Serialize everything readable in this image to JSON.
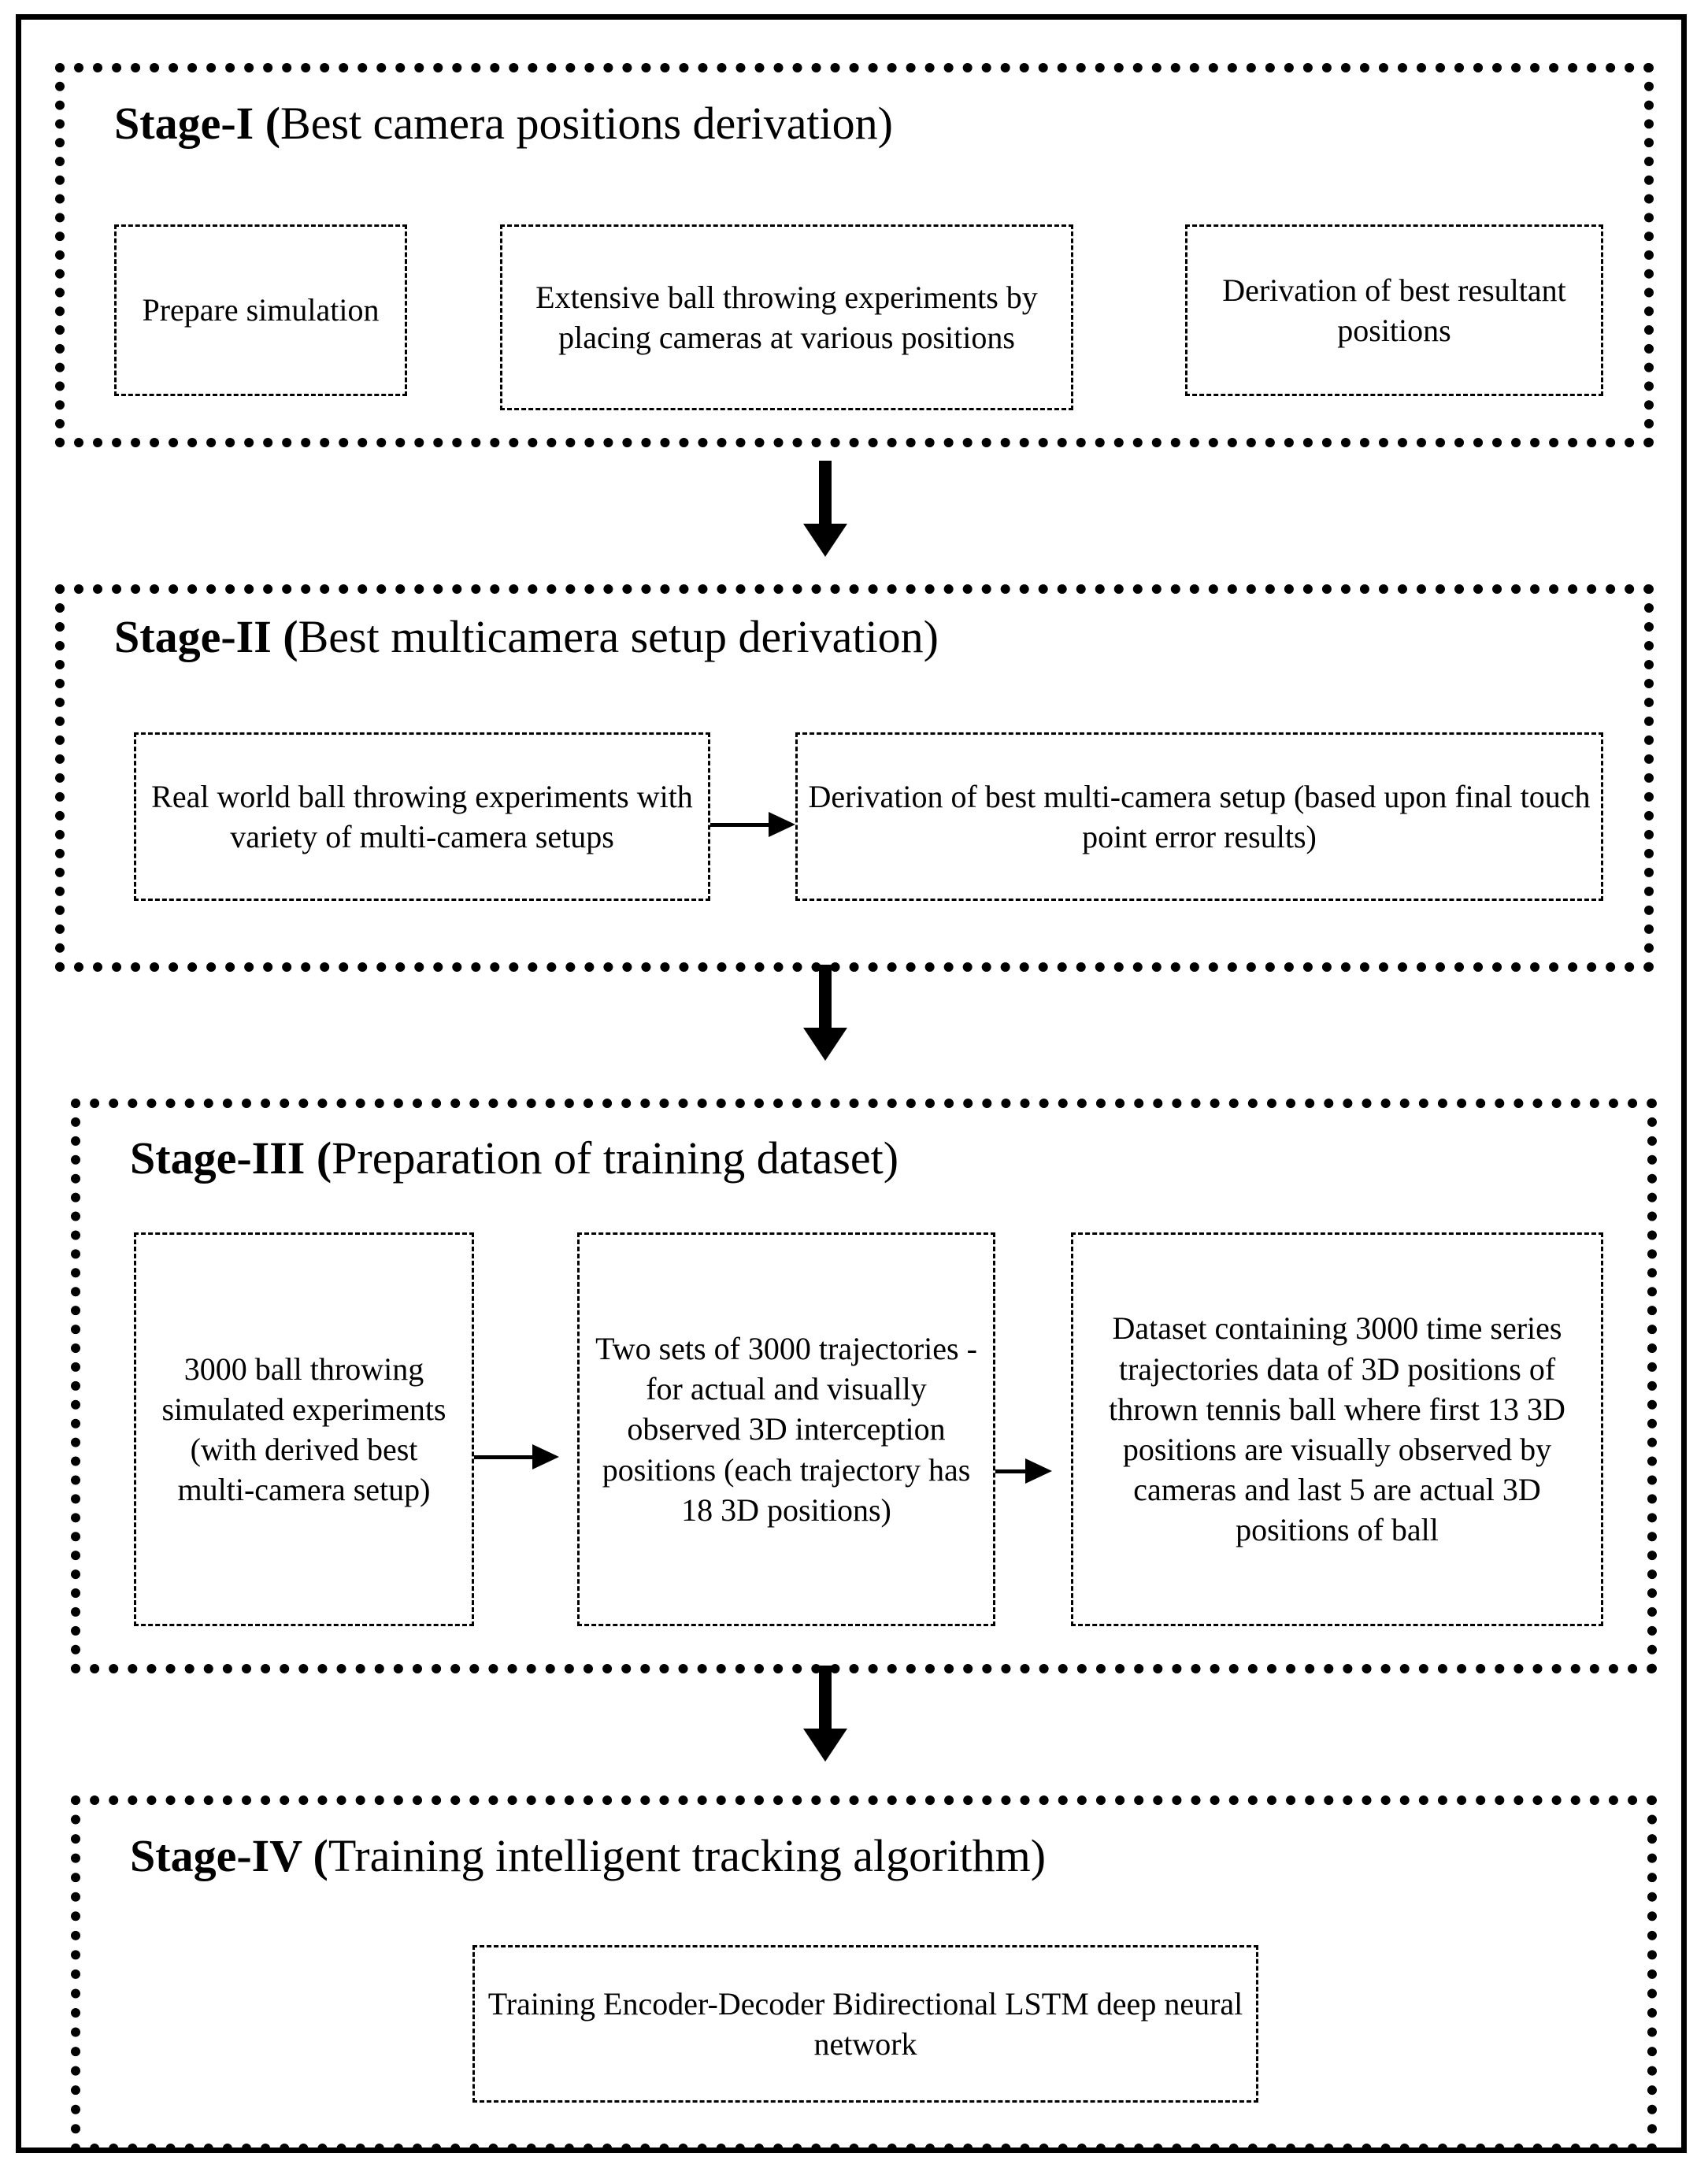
{
  "stages": [
    {
      "title_bold": "Stage-I (",
      "title_rest": "Best camera positions derivation)",
      "boxes": [
        "Prepare simulation",
        "Extensive ball throwing experiments by placing cameras at various positions",
        "Derivation of best resultant positions"
      ]
    },
    {
      "title_bold": "Stage-II (",
      "title_rest": "Best multicamera setup derivation)",
      "boxes": [
        "Real world ball throwing experiments with variety of multi-camera setups",
        "Derivation of best multi-camera setup (based upon final touch point error results)"
      ]
    },
    {
      "title_bold": "Stage-III (",
      "title_rest": "Preparation of training dataset)",
      "boxes": [
        "3000 ball throwing simulated experiments (with derived best multi-camera setup)",
        "Two sets of 3000 trajectories - for actual and visually observed 3D interception positions (each trajectory has 18 3D positions)",
        "Dataset containing 3000 time series trajectories data of 3D positions of thrown tennis ball where first 13 3D positions are visually observed by cameras and last 5 are actual 3D positions of ball"
      ]
    },
    {
      "title_bold": "Stage-IV (",
      "title_rest": "Training intelligent tracking algorithm)",
      "boxes": [
        "Training Encoder-Decoder Bidirectional LSTM deep neural network"
      ]
    }
  ]
}
